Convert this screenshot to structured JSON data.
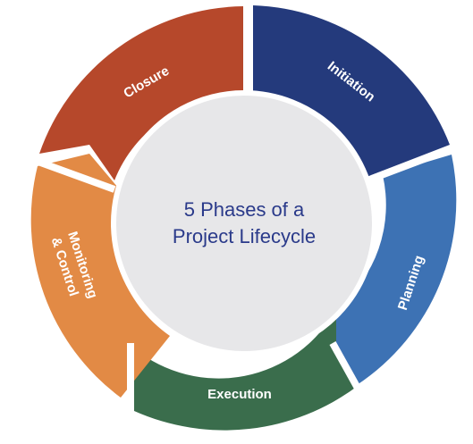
{
  "center": {
    "line1": "5 Phases of a",
    "line2": "Project Lifecycle"
  },
  "phases": [
    {
      "name": "Initiation",
      "color": "#243a7c"
    },
    {
      "name": "Planning",
      "color": "#3d72b4"
    },
    {
      "name": "Execution",
      "color": "#3a6d4c"
    },
    {
      "name": "Monitoring",
      "name2": "& Control",
      "color": "#e28a45"
    },
    {
      "name": "Closure",
      "color": "#b6482b"
    }
  ],
  "colors": {
    "center_fill": "#e7e7e9",
    "center_text": "#2a3a8a",
    "gap": "#ffffff"
  }
}
